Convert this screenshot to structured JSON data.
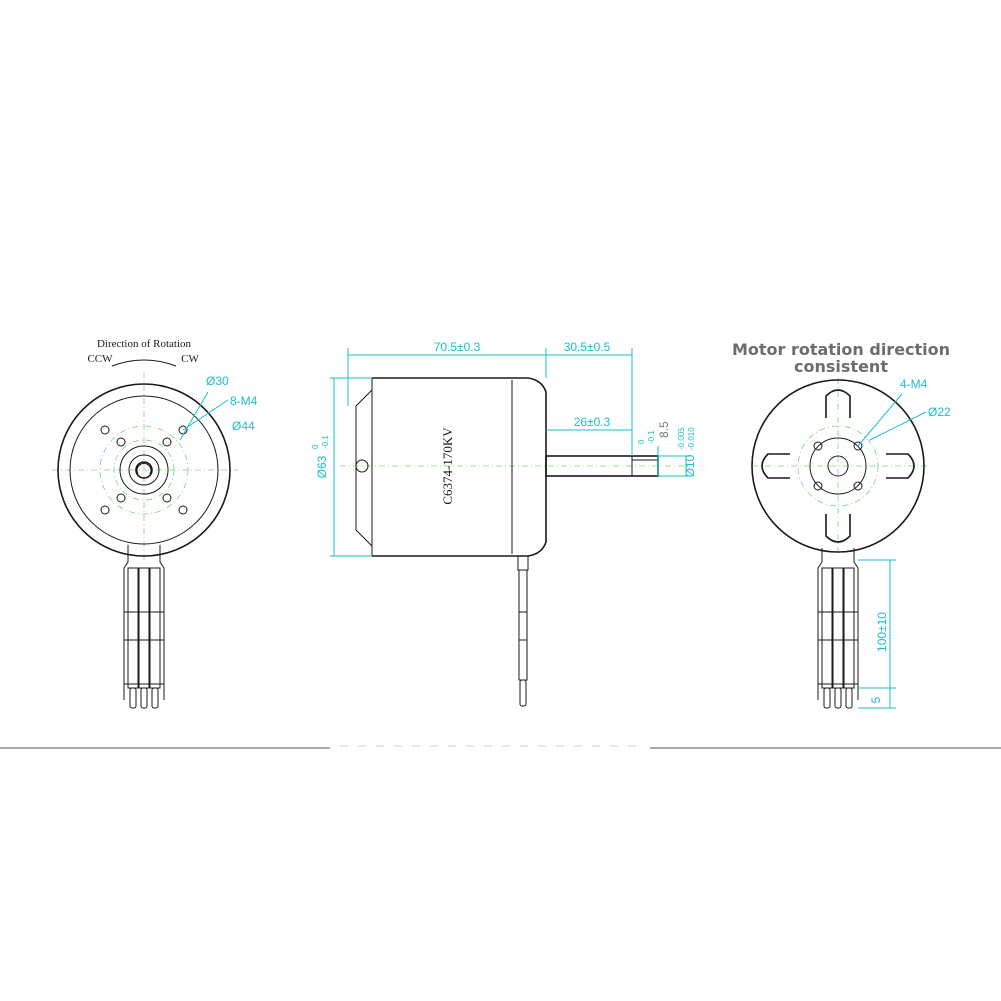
{
  "left_view": {
    "rotation_title": "Direction of Rotation",
    "ccw_label": "CCW",
    "cw_label": "CW",
    "dim_bolt_circle_inner": "Ø30",
    "dim_mount_holes": "8-M4",
    "dim_bolt_circle_outer": "Ø44"
  },
  "side_view": {
    "dim_body_length": "70.5±0.3",
    "dim_shaft_total": "30.5±0.5",
    "dim_shaft_length": "26±0.3",
    "dim_diameter": "Ø63",
    "dim_diameter_tol_upper": "0",
    "dim_diameter_tol_lower": "-0.1",
    "dim_step": "8.5",
    "dim_step_tol_upper": "0",
    "dim_step_tol_lower": "-0.1",
    "dim_shaft_diameter": "Ø10",
    "dim_shaft_tol_upper": "-0.005",
    "dim_shaft_tol_lower": "-0.010",
    "model_label": "C6374-170KV"
  },
  "right_view": {
    "note_line1": "Motor rotation direction",
    "note_line2": "consistent",
    "dim_mount_holes": "4-M4",
    "dim_bolt_circle": "Ø22",
    "dim_lead_length": "100±10",
    "dim_lead_tip": "5"
  }
}
